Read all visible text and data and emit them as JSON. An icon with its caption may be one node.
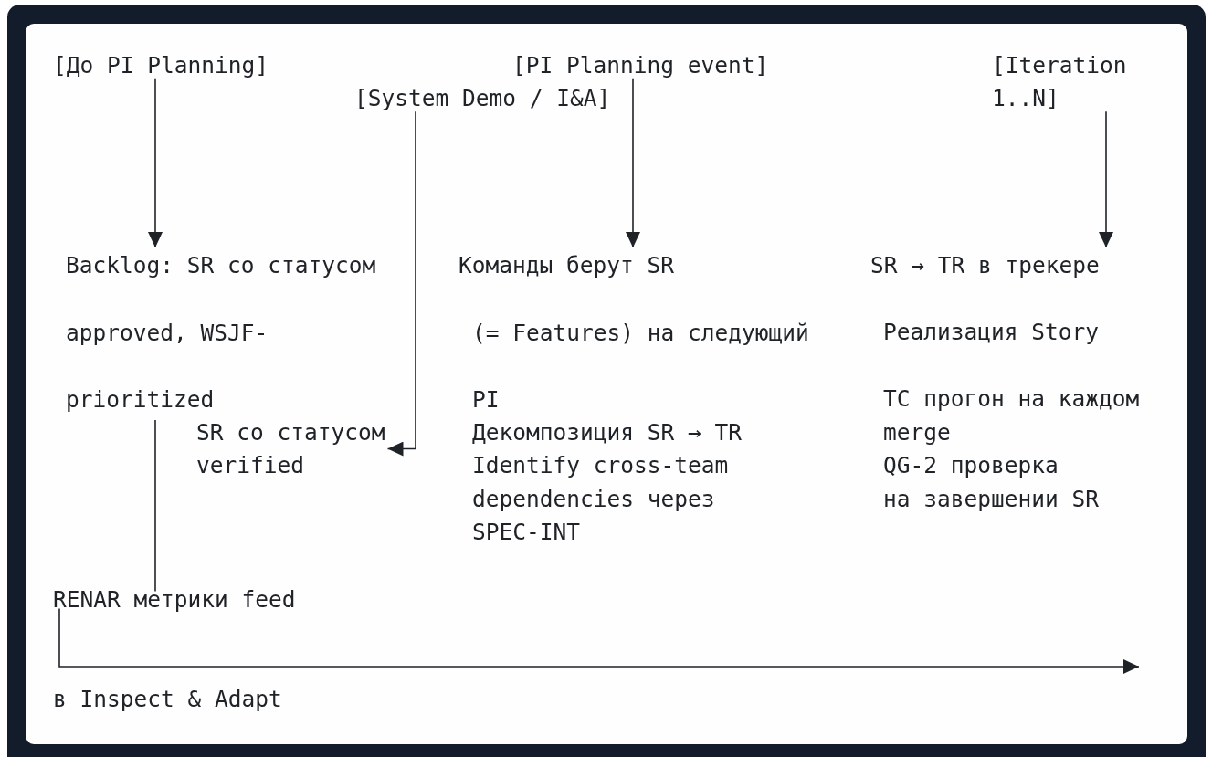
{
  "diagram": {
    "nodes": [
      {
        "text": [
          "[До PI Planning]"
        ]
      },
      {
        "text": [
          "[PI Planning event]"
        ]
      },
      {
        "text": [
          "[Iteration 1..N]"
        ]
      },
      {
        "text": [
          "[System Demo / I&A]"
        ]
      },
      {
        "text": [
          "Backlog: SR со статусом",
          "approved, WSJF-prioritized"
        ]
      },
      {
        "text": [
          "Команды берут SR",
          "(= Features) на следующий PI",
          "Декомпозиция SR → TR",
          "Identify cross-team dependencies через SPEC-INT"
        ]
      },
      {
        "text": [
          "SR → TR в трекере",
          "Реализация Story",
          "TC прогон на каждом merge",
          "QG-2 проверка",
          "на завершении SR"
        ]
      },
      {
        "text": [
          "SR со статусом verified"
        ]
      },
      {
        "text": [
          "RENAR метрики feed"
        ]
      }
    ],
    "edges": [
      {
        "from": 0,
        "to": 4,
        "arrow": "to"
      },
      {
        "from": 1,
        "to": 5,
        "arrow": "to"
      },
      {
        "from": 2,
        "to": 6,
        "arrow": "to"
      },
      {
        "from": 3,
        "to": 7,
        "arrow": "to"
      },
      {
        "from": 4,
        "to": 8,
        "arrow": "none"
      },
      {
        "from": 8,
        "to": null,
        "arrow": "to"
      }
    ],
    "labels": [
      "в Inspect & Adapt"
    ]
  }
}
